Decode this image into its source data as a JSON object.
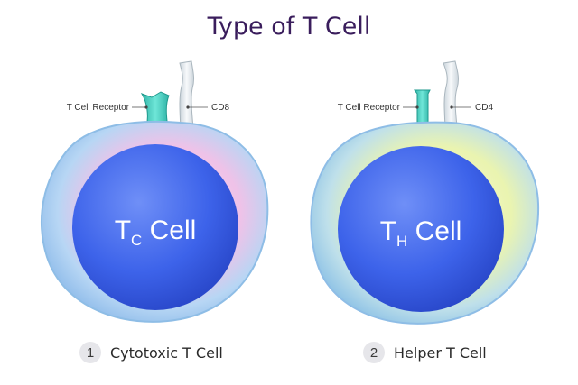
{
  "title": "Type of T Cell",
  "cells": [
    {
      "main": "T",
      "sub": "C",
      "rest": " Cell",
      "receptor_label": "T Cell Receptor",
      "coreceptor_label": "CD8",
      "number": "1",
      "caption": "Cytotoxic T Cell",
      "accent_color": "#f2c6e8"
    },
    {
      "main": "T",
      "sub": "H",
      "rest": " Cell",
      "receptor_label": "T Cell Receptor",
      "coreceptor_label": "CD4",
      "number": "2",
      "caption": "Helper T Cell",
      "accent_color": "#eef6b8"
    }
  ],
  "colors": {
    "title": "#3a1d5c",
    "nucleus": "#3d63ea",
    "membrane": "#9cc8f2",
    "receptor": "#4fd3c4",
    "coreceptor": "#e8eef2"
  }
}
